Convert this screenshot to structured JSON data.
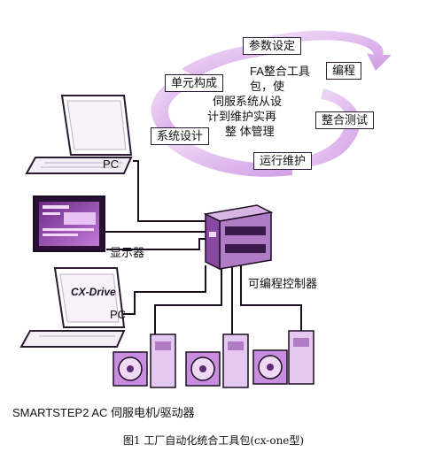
{
  "cycle": {
    "steps": {
      "param": "参数设定",
      "unit": "单元构成",
      "program": "编程",
      "system_design": "系统设计",
      "integration_test": "整合测试",
      "maintenance": "运行维护"
    },
    "center_text": {
      "line1": "FA整合工具",
      "line2": "包，使",
      "line3": "伺服系统从设",
      "line4": "计到维护实再",
      "line5": "整 体管理"
    }
  },
  "devices": {
    "pc_top": "PC",
    "display": "显示器",
    "plc": "可编程控制器",
    "pc_bottom": "PC",
    "laptop_screen_text": "CX-Drive",
    "servo": "SMARTSTEP2 AC 伺服电机/驱动器"
  },
  "caption": "图1 工厂自动化统合工具包(cx-one型)",
  "colors": {
    "accent": "#d6a3e6",
    "accent_dark": "#8a3fa6",
    "line": "#1a0d22"
  }
}
